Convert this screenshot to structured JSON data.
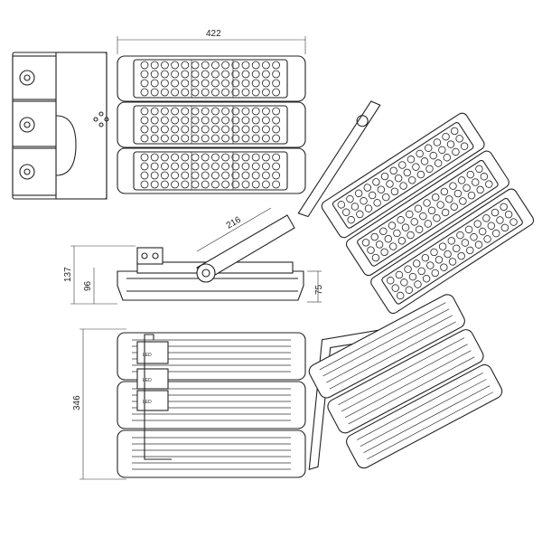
{
  "dimensions": {
    "width_top": "422",
    "arm_length": "216",
    "height_total": "137",
    "height_body": "96",
    "height_body_right": "75",
    "depth": "346"
  },
  "module_label": "LED"
}
